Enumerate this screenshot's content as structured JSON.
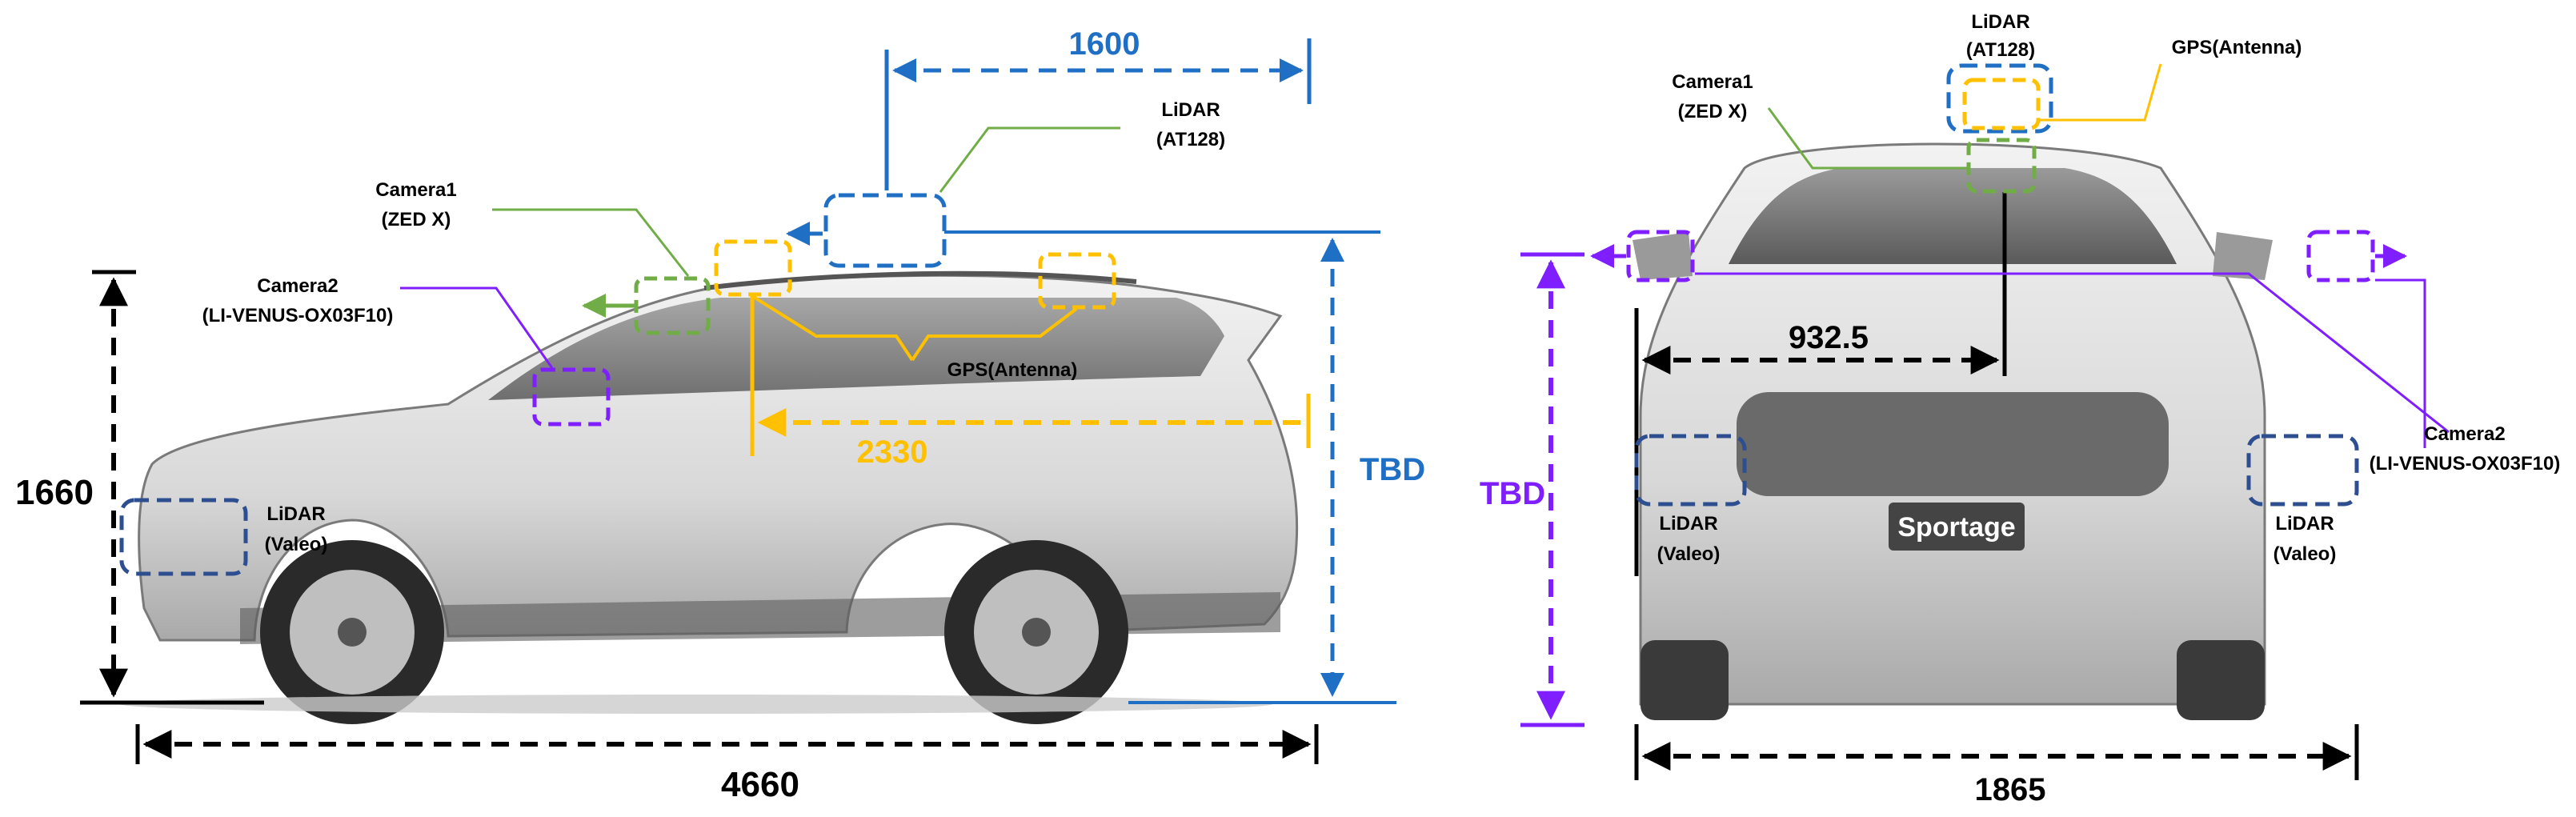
{
  "side_view": {
    "overall_length": "4660",
    "overall_height": "1660",
    "sensor_height_to_top": "TBD",
    "lidar_top_to_rear": "1600",
    "gps_separation": "2330",
    "labels": {
      "lidar_top": [
        "LiDAR",
        "(AT128)"
      ],
      "camera1": [
        "Camera1",
        "(ZED X)"
      ],
      "camera2": [
        "Camera2",
        "(LI-VENUS-OX03F10)"
      ],
      "gps": "GPS(Antenna)",
      "lidar_front": [
        "LiDAR",
        "(Valeo)"
      ]
    }
  },
  "front_view": {
    "overall_width": "1865",
    "camera2_height": "TBD",
    "lidar_offset": "932.5",
    "badge": "Sportage",
    "labels": {
      "lidar_top": [
        "LiDAR",
        "(AT128)"
      ],
      "camera1": [
        "Camera1",
        "(ZED X)"
      ],
      "gps": "GPS(Antenna)",
      "camera2": [
        "Camera2",
        "(LI-VENUS-OX03F10)"
      ],
      "lidar_left": [
        "LiDAR",
        "(Valeo)"
      ],
      "lidar_right": [
        "LiDAR",
        "(Valeo)"
      ]
    }
  },
  "colors": {
    "black": "#000000",
    "blue": "#1f6fc5",
    "orange": "#ffc000",
    "purple": "#7f1fff",
    "green": "#70ad47",
    "navy": "#2e4f8f"
  }
}
